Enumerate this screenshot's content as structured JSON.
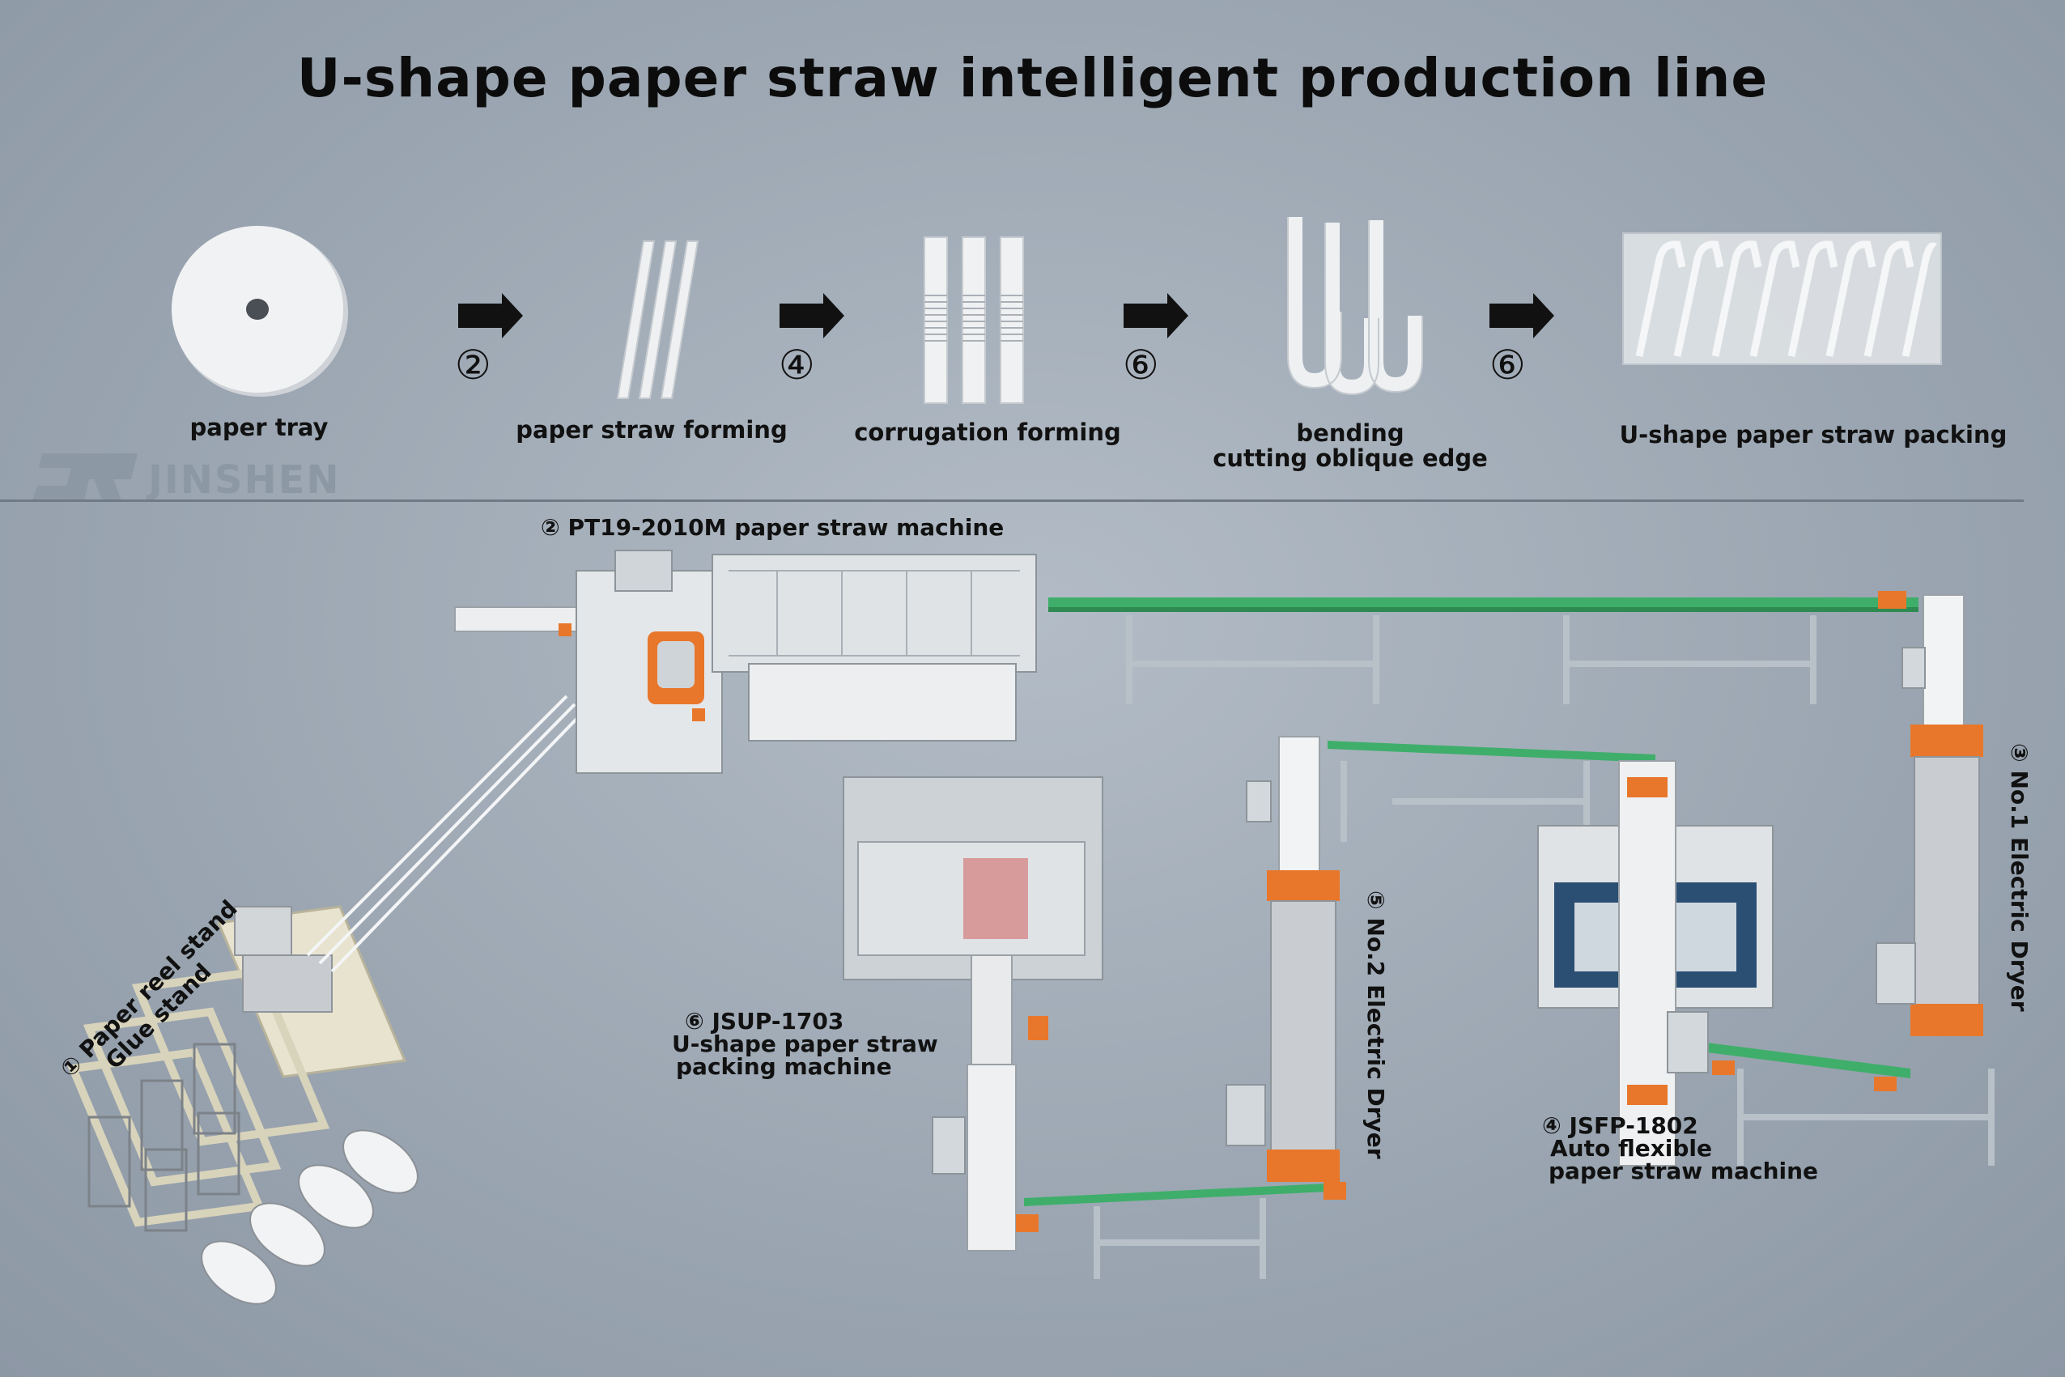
{
  "title": "U-shape paper straw intelligent production line",
  "watermark": "JINSHEN",
  "process": {
    "steps": [
      {
        "label": "paper tray"
      },
      {
        "label": "paper straw forming"
      },
      {
        "label": "corrugation forming"
      },
      {
        "label": "bending",
        "label2": "cutting oblique edge"
      },
      {
        "label": "U-shape paper straw packing"
      }
    ],
    "arrow_numbers": [
      "②",
      "④",
      "⑥",
      "⑥"
    ]
  },
  "machines": {
    "reel_stand": {
      "num": "①",
      "line1": "Paper reel stand",
      "line2": "Glue stand"
    },
    "straw_machine": {
      "num": "②",
      "name": "PT19-2010M paper straw machine"
    },
    "dryer1": {
      "num": "③",
      "name": "No.1 Electric Dryer"
    },
    "flexible": {
      "num": "④",
      "model": "JSFP-1802",
      "line2": "Auto flexible",
      "line3": "paper straw machine"
    },
    "dryer2": {
      "num": "⑤",
      "name": "No.2 Electric Dryer"
    },
    "packing": {
      "num": "⑥",
      "model": "JSUP-1703",
      "line2": "U-shape paper straw",
      "line3": "packing machine"
    }
  },
  "colors": {
    "background": "#9aa5b1",
    "conveyor_green": "#3fae6a",
    "accent_orange": "#e8772b",
    "machine_silver": "#d9dde1",
    "frame_grey": "#b8c0c8"
  }
}
